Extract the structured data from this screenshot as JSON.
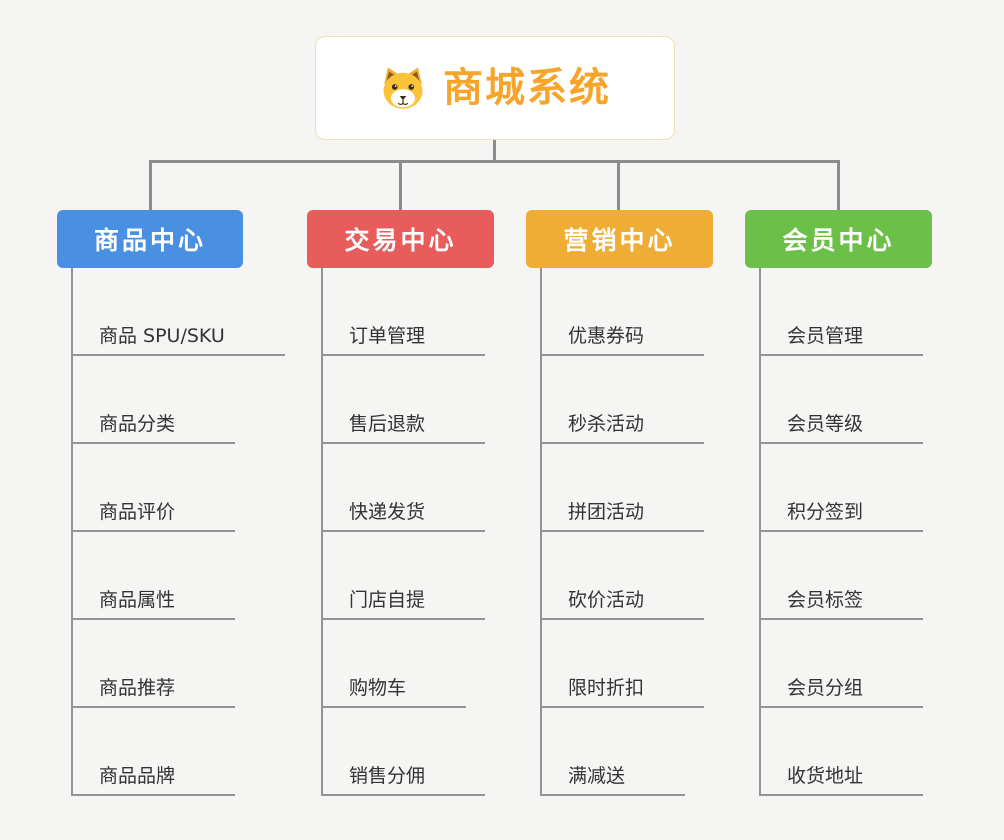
{
  "root": {
    "title": "商城系统",
    "icon": "dog-icon",
    "accent_color": "#f7a52a",
    "border_color": "#f7ddb0"
  },
  "connector_color": "#8c8c8c",
  "branches": [
    {
      "label": "商品中心",
      "color": "#4a90e2",
      "items": [
        "商品 SPU/SKU",
        "商品分类",
        "商品评价",
        "商品属性",
        "商品推荐",
        "商品品牌"
      ]
    },
    {
      "label": "交易中心",
      "color": "#e85c5c",
      "items": [
        "订单管理",
        "售后退款",
        "快递发货",
        "门店自提",
        "购物车",
        "销售分佣"
      ]
    },
    {
      "label": "营销中心",
      "color": "#f0ad35",
      "items": [
        "优惠券码",
        "秒杀活动",
        "拼团活动",
        "砍价活动",
        "限时折扣",
        "满减送"
      ]
    },
    {
      "label": "会员中心",
      "color": "#6cc04a",
      "items": [
        "会员管理",
        "会员等级",
        "积分签到",
        "会员标签",
        "会员分组",
        "收货地址"
      ]
    }
  ]
}
